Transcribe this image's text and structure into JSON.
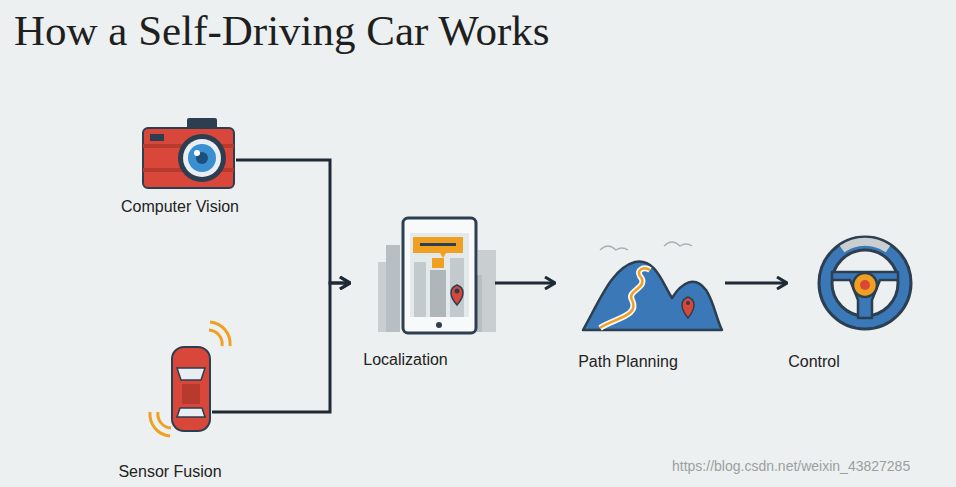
{
  "diagram": {
    "title": "How a Self-Driving Car Works",
    "nodes": [
      {
        "text": [
          "Computer Vision"
        ]
      },
      {
        "text": [
          "Sensor Fusion"
        ]
      },
      {
        "text": [
          "Localization"
        ]
      },
      {
        "text": [
          "Path Planning"
        ]
      },
      {
        "text": [
          "Control"
        ]
      }
    ],
    "edges": [
      {
        "from": 0,
        "to": 2,
        "arrow": "to"
      },
      {
        "from": 1,
        "to": 2,
        "arrow": "to"
      },
      {
        "from": 2,
        "to": 3,
        "arrow": "to"
      },
      {
        "from": 3,
        "to": 4,
        "arrow": "to"
      }
    ],
    "labels": [
      "https://blog.csdn.net/weixin_43827285"
    ]
  }
}
